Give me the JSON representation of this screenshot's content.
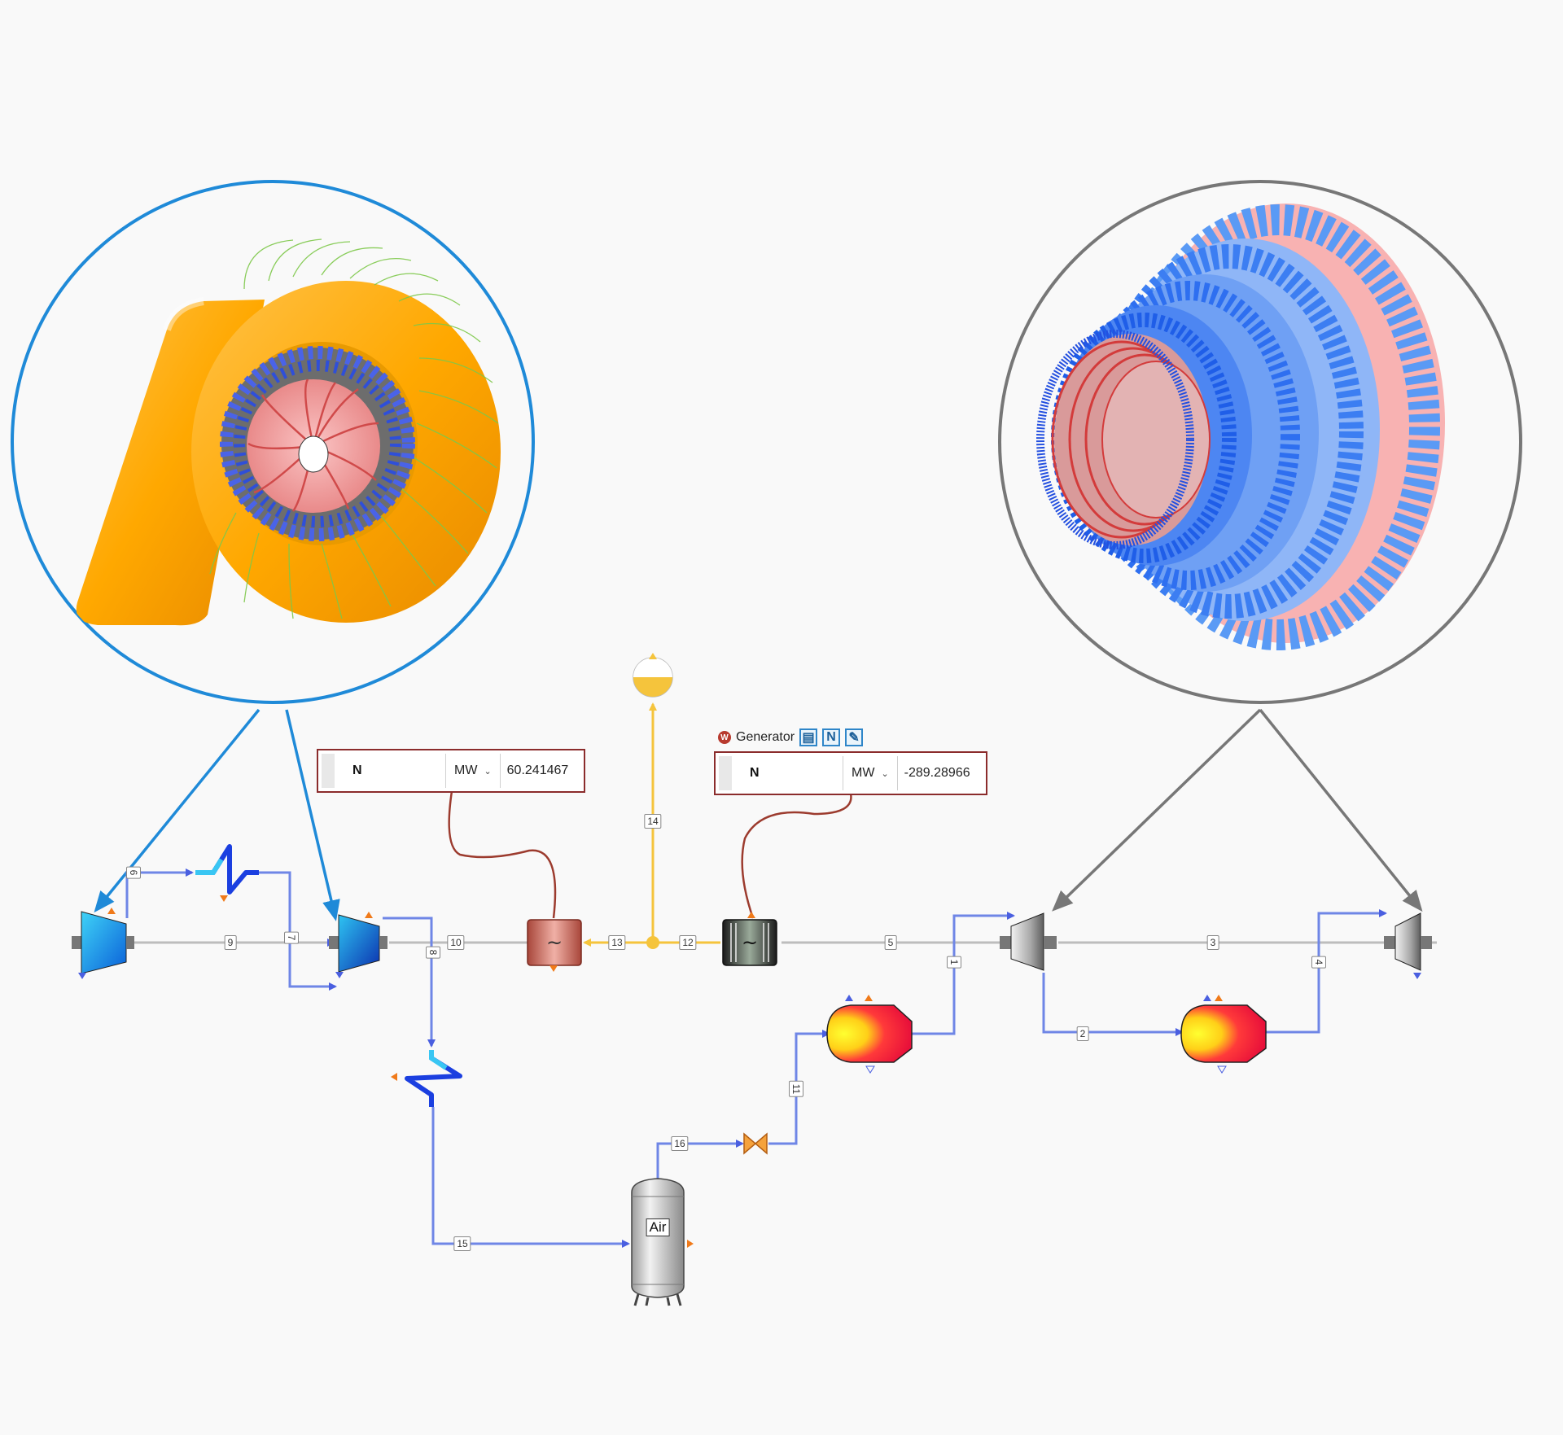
{
  "value_boxes": {
    "compressor_power": {
      "name": "N",
      "unit": "MW",
      "value": "60.241467"
    },
    "generator_power": {
      "name": "N",
      "unit": "MW",
      "value": "-289.28966"
    }
  },
  "generator": {
    "label": "Generator",
    "badge": "W",
    "button_n": "N"
  },
  "air_tank": {
    "label": "Air"
  },
  "streams": [
    "1",
    "2",
    "3",
    "4",
    "5",
    "6",
    "7",
    "8",
    "9",
    "10",
    "11",
    "12",
    "13",
    "14",
    "15",
    "16"
  ],
  "colors": {
    "background": "#f9f9f9",
    "compressor_callout": "#1f8ad8",
    "turbine_callout": "#777777",
    "box_border": "#8b2c2c",
    "air_line": "#6f86e6",
    "shaft_line": "#bdbdbd",
    "power_line": "#f5c43c",
    "signal_line": "#9c3b2e"
  },
  "icons": {
    "compressor_3d": "centrifugal-compressor-render",
    "turbine_3d": "axial-turbine-render",
    "compressor": "compressor-icon",
    "turbine": "turbine-icon",
    "cooler": "heat-exchanger-icon",
    "motor": "motor-icon",
    "generator": "generator-icon",
    "combustor": "combustor-icon",
    "valve": "valve-icon",
    "tank": "air-storage-tank-icon",
    "grid": "power-grid-icon"
  }
}
